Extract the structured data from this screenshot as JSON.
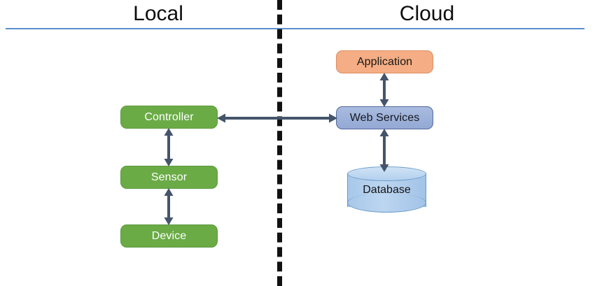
{
  "diagram": {
    "title_bar": {
      "local_label": "Local",
      "cloud_label": "Cloud"
    },
    "colors": {
      "rule": "#5b8fcb",
      "divider": "#111111",
      "green_node": "#6aab46",
      "orange_node": "#f4ad84",
      "blue_node": "#93a9d4",
      "database": "#b3d0ee",
      "arrow": "#44546a"
    },
    "nodes": {
      "controller": "Controller",
      "sensor": "Sensor",
      "device": "Device",
      "application": "Application",
      "web_services": "Web Services",
      "database": "Database"
    },
    "connectors": [
      {
        "name": "controller-sensor",
        "from": "Controller",
        "to": "Sensor",
        "style": "double-arrow",
        "orientation": "vertical"
      },
      {
        "name": "sensor-device",
        "from": "Sensor",
        "to": "Device",
        "style": "double-arrow",
        "orientation": "vertical"
      },
      {
        "name": "application-web-services",
        "from": "Application",
        "to": "Web Services",
        "style": "double-arrow",
        "orientation": "vertical"
      },
      {
        "name": "web-services-database",
        "from": "Web Services",
        "to": "Database",
        "style": "double-arrow",
        "orientation": "vertical"
      },
      {
        "name": "controller-web-services",
        "from": "Controller",
        "to": "Web Services",
        "style": "double-arrow",
        "orientation": "horizontal"
      }
    ]
  }
}
